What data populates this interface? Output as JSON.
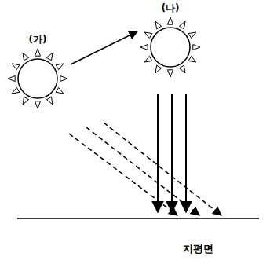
{
  "diagram": {
    "nodes": [
      {
        "text": [
          "(가)"
        ]
      },
      {
        "text": [
          "(나)"
        ]
      }
    ],
    "edges": [
      {
        "from": 0,
        "to": 1,
        "arrow": "to"
      }
    ],
    "labels": [
      "지평면"
    ]
  }
}
